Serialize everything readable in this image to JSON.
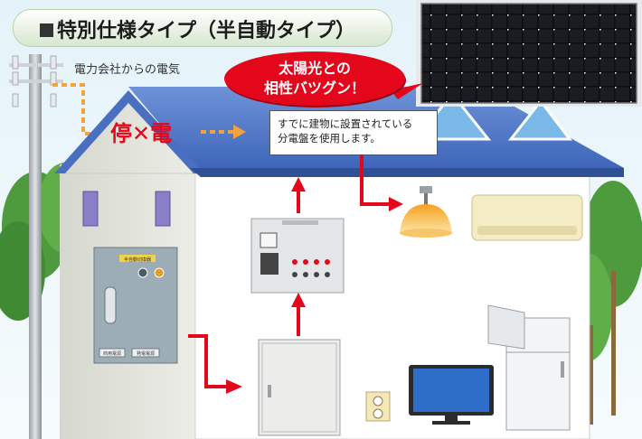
{
  "title": "特別仕様タイプ（半自動タイプ）",
  "power_label": "電力会社からの電気",
  "bubble": {
    "line1": "太陽光との",
    "line2": "相性バツグン！"
  },
  "outage": {
    "part1": "停",
    "part2": "電"
  },
  "note": {
    "line1": "すでに建物に設置されている",
    "line2": "分電盤を使用します。"
  },
  "panel_labels": {
    "top": "半自動切換器",
    "left": "商用電源",
    "right": "発電電源"
  }
}
